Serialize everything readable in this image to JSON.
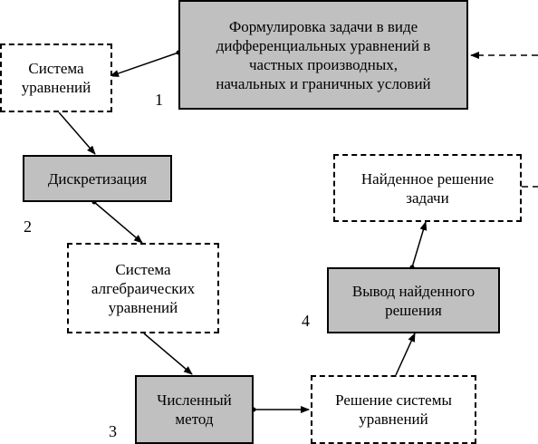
{
  "boxes": {
    "formulation": "Формулировка задачи в виде\nдифференциальных уравнений в\nчастных производных,\nначальных и граничных условий",
    "system_eq": "Система\nуравнений",
    "discretization": "Дискретизация",
    "algebraic_system": "Система\nалгебраических\nуравнений",
    "numerical_method": "Численный\nметод",
    "system_solution": "Решение системы\nуравнений",
    "output_solution": "Вывод найденного\nрешения",
    "found_solution": "Найденное решение\nзадачи"
  },
  "step_numbers": [
    "1",
    "2",
    "3",
    "4"
  ]
}
